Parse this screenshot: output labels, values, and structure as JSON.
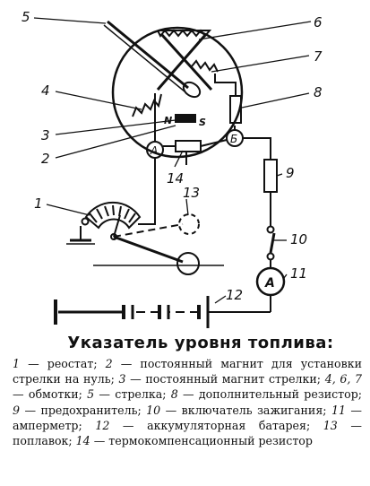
{
  "labels": {
    "l1": "1",
    "l2": "2",
    "l3": "3",
    "l4": "4",
    "l5": "5",
    "l6": "6",
    "l7": "7",
    "l8": "8",
    "l9": "9",
    "l10": "10",
    "l11": "11",
    "l12": "12",
    "l13": "13",
    "l14": "14"
  },
  "terminals": {
    "a": "А",
    "b": "Б"
  },
  "magnet_poles": {
    "n": "N",
    "s": "S"
  },
  "ammeter_letter": "A",
  "caption": {
    "title": "Указатель уровня топлива:",
    "items": [
      {
        "num": "1",
        "text": " — реостат; "
      },
      {
        "num": "2",
        "text": " — постоянный магнит для установки стрелки на нуль; "
      },
      {
        "num": "3",
        "text": " — постоянный магнит стрелки; "
      },
      {
        "num": "4, 6, 7",
        "text": " — обмотки; "
      },
      {
        "num": "5",
        "text": " — стрелка; "
      },
      {
        "num": "8",
        "text": " — дополнительный резистор; "
      },
      {
        "num": "9",
        "text": " — предохранитель; "
      },
      {
        "num": "10",
        "text": " — включатель зажигания; "
      },
      {
        "num": "11",
        "text": " — амперметр; "
      },
      {
        "num": "12",
        "text": " — аккумуляторная батарея; "
      },
      {
        "num": "13",
        "text": " — поплавок; "
      },
      {
        "num": "14",
        "text": " — термокомпенсационный резистор"
      }
    ]
  }
}
